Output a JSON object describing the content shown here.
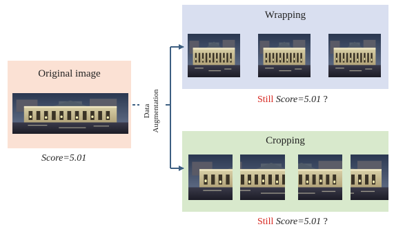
{
  "original": {
    "title": "Original image",
    "score": "Score=5.01"
  },
  "augmentation": {
    "line1": "Data",
    "line2": "Augmentation"
  },
  "wrapping": {
    "title": "Wrapping",
    "still": "Still",
    "score": "Score=5.01",
    "question": "?"
  },
  "cropping": {
    "title": "Cropping",
    "still": "Still",
    "score": "Score=5.01",
    "question": "?"
  },
  "colors": {
    "original_panel": "#fbe1d4",
    "wrapping_panel": "#d9dff0",
    "cropping_panel": "#d8e9cc",
    "arrow": "#3d5f82",
    "still_text": "#d7261f"
  }
}
